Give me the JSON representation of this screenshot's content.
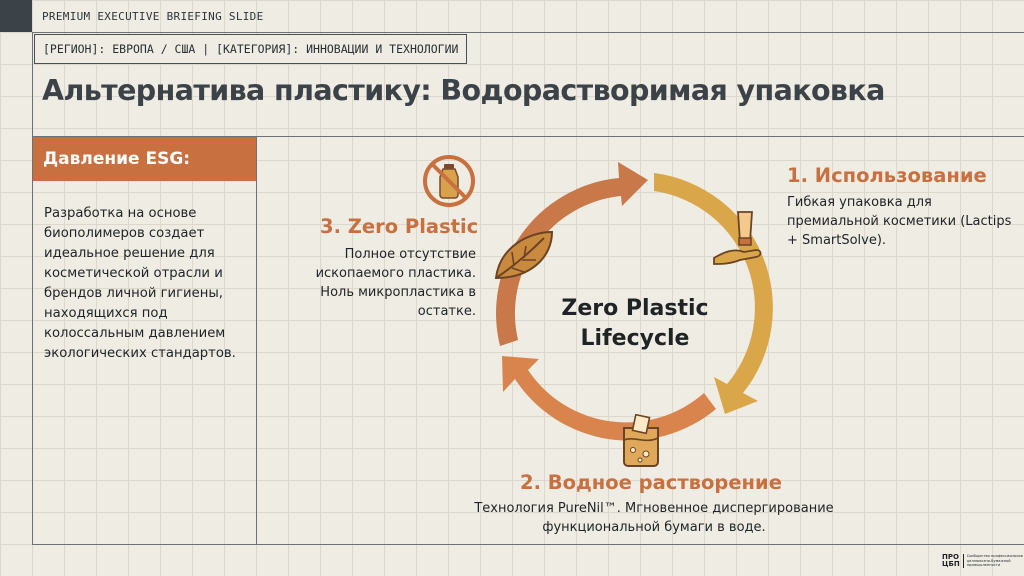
{
  "header": {
    "slide_label": "PREMIUM EXECUTIVE BRIEFING SLIDE",
    "meta": "[РЕГИОН]: ЕВРОПА / США  |  [КАТЕГОРИЯ]: ИННОВАЦИИ И ТЕХНОЛОГИИ"
  },
  "title": "Альтернатива пластику: Водорастворимая упаковка",
  "esg": {
    "heading": "Давление ESG:",
    "body": "Разработка на основе биополимеров создает идеальное решение для косметической отрасли и брендов личной гигиены, находящихся под колоссальным давлением экологических стандартов."
  },
  "cycle": {
    "center_line1": "Zero Plastic",
    "center_line2": "Lifecycle",
    "steps": [
      {
        "title": "1. Использование",
        "desc": "Гибкая упаковка для премиальной косметики (Lactips + SmartSolve).",
        "icon": "hand-with-tube-icon"
      },
      {
        "title": "2. Водное растворение",
        "desc": "Технология PureNil™. Мгновенное диспергирование функциональной бумаги в воде.",
        "icon": "dissolving-beaker-icon"
      },
      {
        "title": "3. Zero Plastic",
        "desc": "Полное отсутствие ископаемого пластика. Ноль микропластика в остатке.",
        "icon": "leaf-icon"
      }
    ]
  },
  "no_plastic_icon": "no-plastic-bottle-icon",
  "footer": {
    "logo_line1": "ПРО",
    "logo_line2": "ЦБП",
    "logo_caption": "Сообщество профессионалов целлюлозно-бумажной промышленности"
  },
  "colors": {
    "accent": "#c8703f",
    "arrow_gold": "#d9a64a",
    "arrow_orange": "#d9844c",
    "arrow_rust": "#c87849",
    "title": "#3b4248",
    "background": "#efece3"
  }
}
